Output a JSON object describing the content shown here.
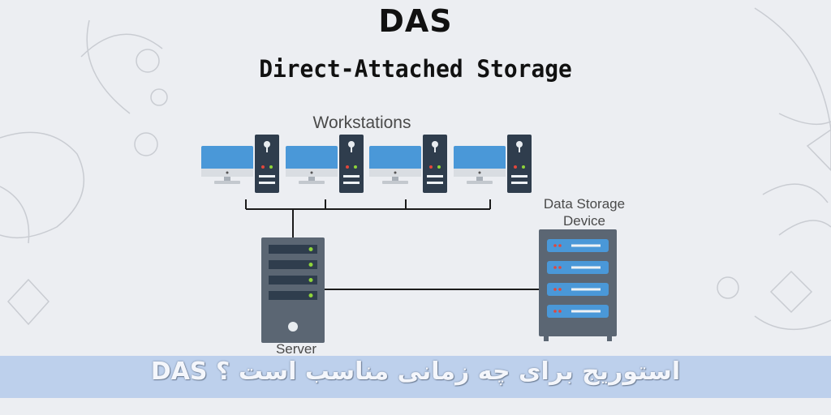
{
  "header": {
    "title": "DAS",
    "subtitle": "Direct-Attached Storage"
  },
  "labels": {
    "workstations": "Workstations",
    "storage_line1": "Data Storage",
    "storage_line2": "Device",
    "server": "Server"
  },
  "banner": {
    "text": "DAS استوریج برای چه زمانی مناسب است ؟"
  },
  "colors": {
    "background": "#eceef2",
    "screen_blue": "#4a98d8",
    "device_dark": "#2f3d4d",
    "server_gray": "#5b6673",
    "led_green": "#8ed43a",
    "led_red": "#e2473b",
    "banner_blue": "#98b8e8"
  },
  "icons": {
    "workstation": "desktop-computer-icon",
    "server": "server-tower-icon",
    "storage": "storage-rack-icon"
  }
}
